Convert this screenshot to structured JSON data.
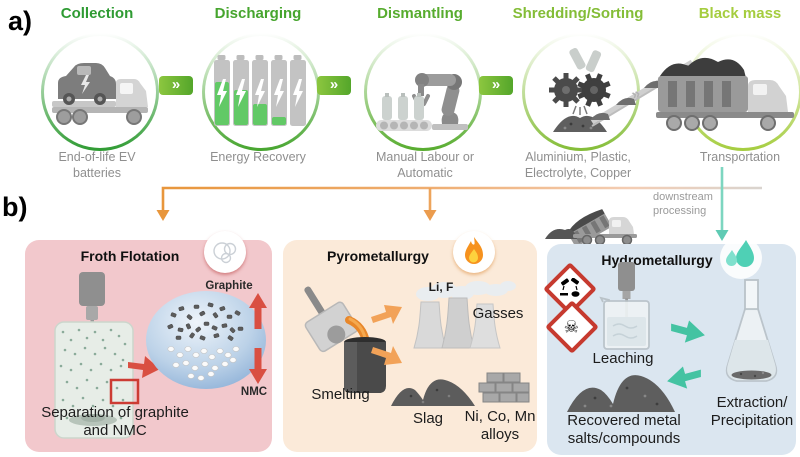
{
  "figure": {
    "panel_a_label": "a)",
    "panel_b_label": "b)"
  },
  "pipeline": {
    "chevron": "»",
    "downstream_note": "downstream processing",
    "stages": [
      {
        "title": "Collection",
        "caption": "End-of-life EV batteries",
        "accent": "#2f9b33",
        "icon": "ev-car-tow-truck-icon"
      },
      {
        "title": "Discharging",
        "caption": "Energy Recovery",
        "accent": "#46a52e",
        "icon": "discharging-batteries-icon"
      },
      {
        "title": "Dismantling",
        "caption": "Manual Labour or Automatic",
        "accent": "#57ac2e",
        "icon": "robot-arm-conveyor-icon"
      },
      {
        "title": "Shredding/Sorting",
        "caption": "Aluminium, Plastic, Electrolyte, Copper",
        "accent": "#84bd37",
        "icon": "shredder-gears-icon"
      },
      {
        "title": "Black mass",
        "caption": "Transportation",
        "accent": "#a5cd3f",
        "icon": "black-mass-truck-icon"
      }
    ]
  },
  "froth": {
    "title": "Froth Flotation",
    "graphite_label": "Graphite",
    "nmc_label": "NMC",
    "caption": "Separation of graphite and NMC",
    "bg": "#f2c8cc",
    "arrow_color": "#d94f42"
  },
  "pyro": {
    "title": "Pyrometallurgy",
    "smelting_label": "Smelting",
    "gas_annotation": "Li, F",
    "gasses_label": "Gasses",
    "slag_label": "Slag",
    "alloys_label": "Ni, Co, Mn alloys",
    "bg": "#fbead9",
    "arrow_color": "#f09c4a"
  },
  "hydro": {
    "title": "Hydrometallurgy",
    "leaching_label": "Leaching",
    "recovered_label": "Recovered metal salts/compounds",
    "extraction_label": "Extraction/ Precipitation",
    "bg": "#dbe6f0",
    "arrow_color": "#44c3a2"
  }
}
